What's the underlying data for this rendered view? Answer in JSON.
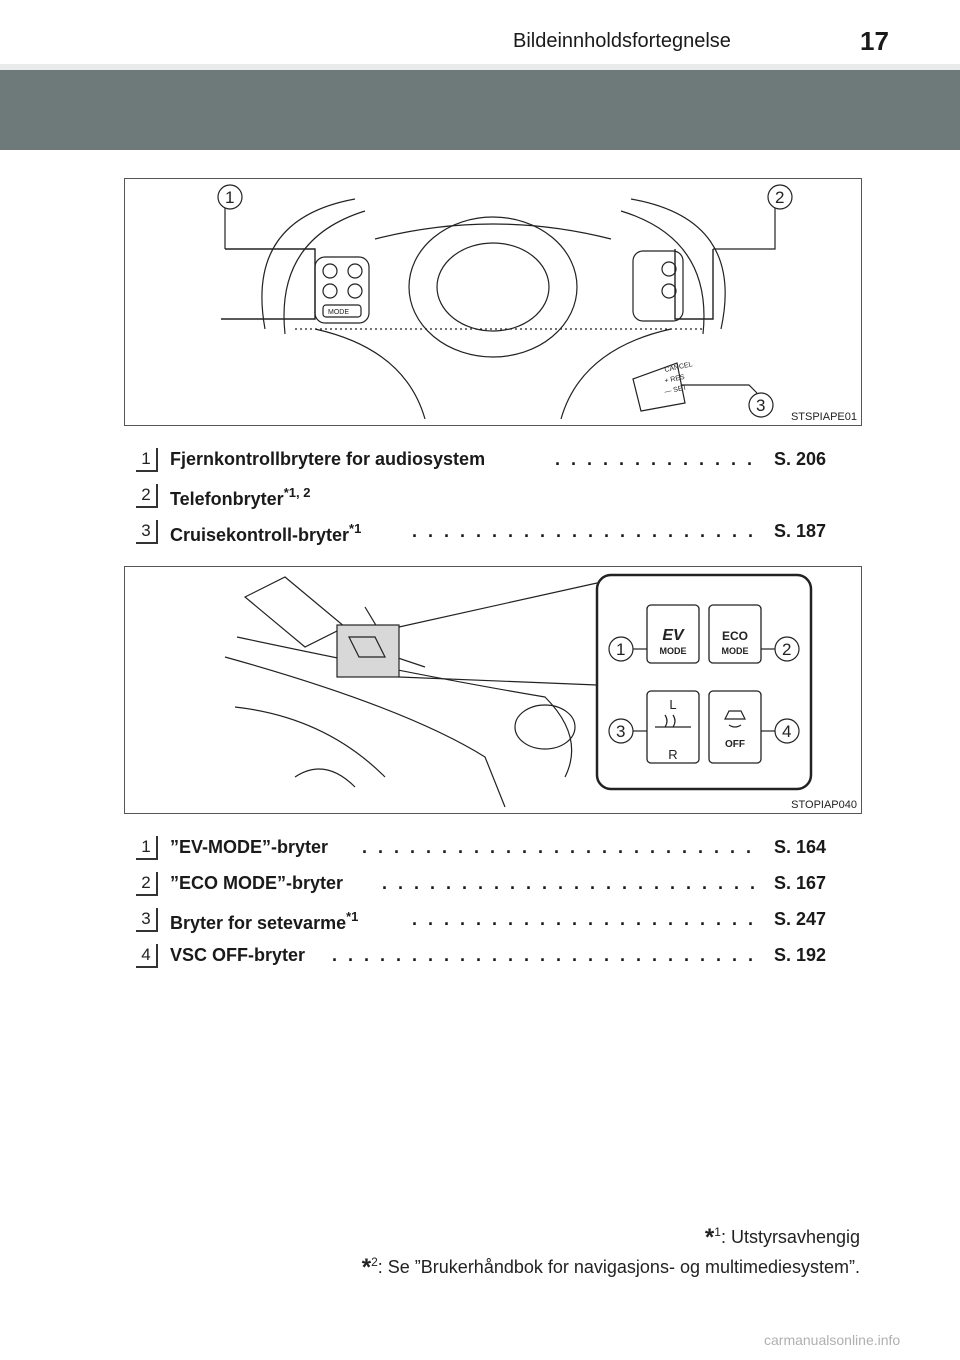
{
  "header": {
    "title": "Bildeinnholdsfortegnelse",
    "page_number": "17"
  },
  "figure1": {
    "code": "STSPIAPE01",
    "callouts": [
      "1",
      "2",
      "3"
    ],
    "switch_labels": {
      "mode": "MODE",
      "cancel": "CANCEL",
      "res": "+ RES",
      "set": "— SET"
    }
  },
  "list1": [
    {
      "num": "1",
      "label": "Fjernkontrollbrytere for audiosystem",
      "sup": "",
      "page": "S. 206"
    },
    {
      "num": "2",
      "label": "Telefonbryter",
      "sup": "*1, 2",
      "page": ""
    },
    {
      "num": "3",
      "label": "Cruisekontroll-bryter",
      "sup": "*1",
      "page": "S. 187"
    }
  ],
  "figure2": {
    "code": "STOPIAP040",
    "callouts": [
      "1",
      "2",
      "3",
      "4"
    ],
    "buttons": {
      "ev": "EV",
      "ev_mode": "MODE",
      "eco": "ECO",
      "eco_mode": "MODE",
      "seat_l": "L",
      "seat_r": "R",
      "vsc_off": "OFF"
    }
  },
  "list2": [
    {
      "num": "1",
      "label": "”EV-MODE”-bryter",
      "sup": "",
      "page": "S. 164"
    },
    {
      "num": "2",
      "label": "”ECO MODE”-bryter",
      "sup": "",
      "page": "S. 167"
    },
    {
      "num": "3",
      "label": "Bryter for setevarme",
      "sup": "*1",
      "page": "S. 247"
    },
    {
      "num": "4",
      "label": "VSC OFF-bryter",
      "sup": "",
      "page": "S. 192"
    }
  ],
  "footnotes": [
    {
      "star": "*",
      "sup": "1",
      "text": ": Utstyrsavhengig"
    },
    {
      "star": "*",
      "sup": "2",
      "text": ": Se ”Brukerhåndbok for navigasjons- og multimediesystem”."
    }
  ],
  "watermark": "carmanualsonline.info"
}
